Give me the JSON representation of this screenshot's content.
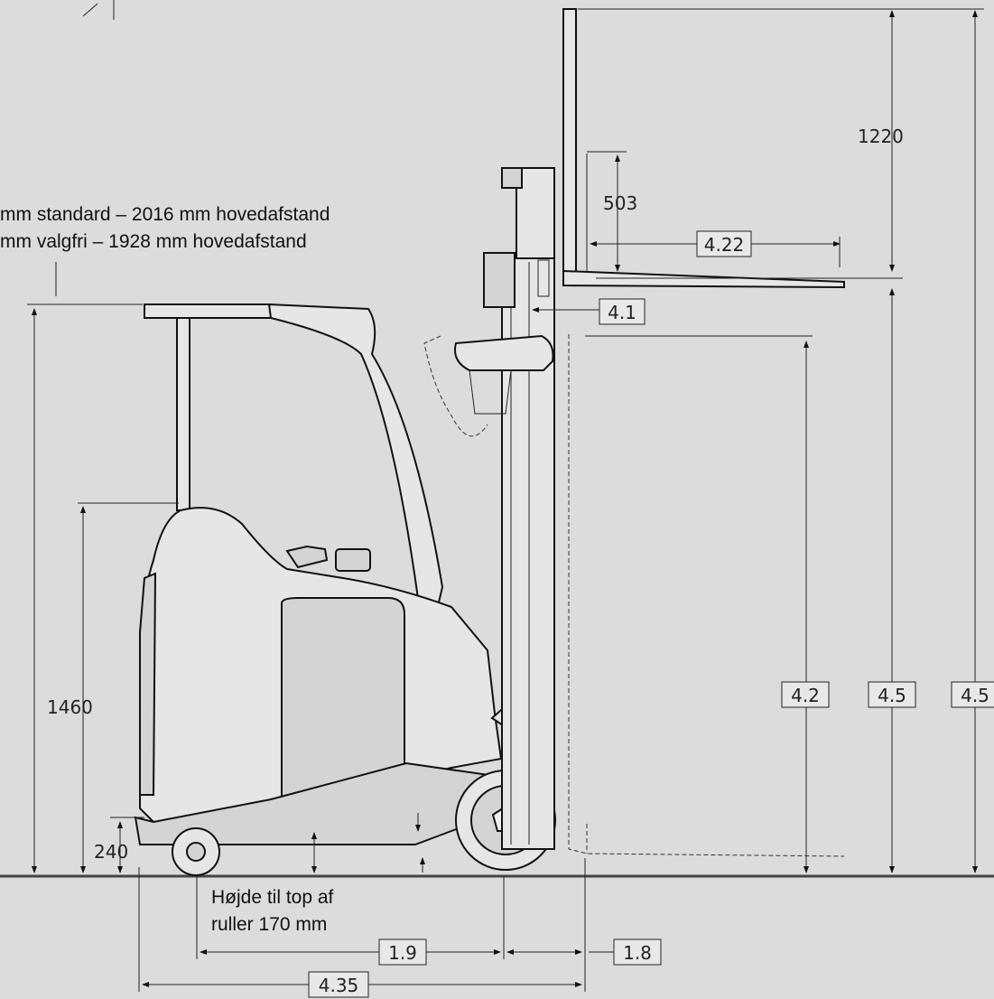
{
  "notes": {
    "overhead_line1": "mm standard – 2016 mm hovedafstand",
    "overhead_line2": "mm valgfri – 1928 mm hovedafstand",
    "roller_line1": "Højde til top af",
    "roller_line2": "ruller 170 mm"
  },
  "dimensions": {
    "d1220": "1220",
    "d503": "503",
    "d1460": "1460",
    "d240": "240"
  },
  "refs": {
    "r4_22": "4.22",
    "r4_1": "4.1",
    "r4_2": "4.2",
    "r4_5a": "4.5",
    "r4_5b": "4.5",
    "r1_9": "1.9",
    "r1_8": "1.8",
    "r4_35": "4.35"
  }
}
